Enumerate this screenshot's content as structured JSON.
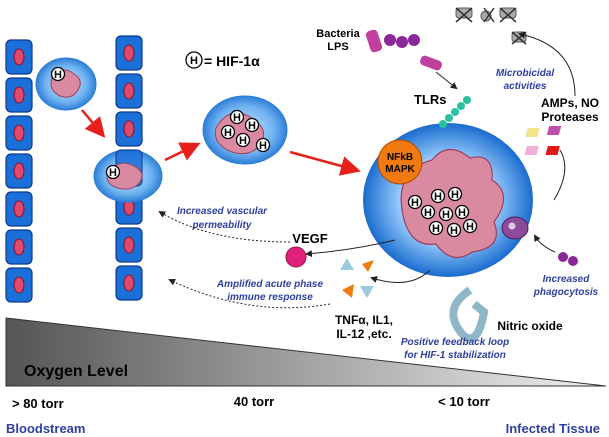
{
  "legend": {
    "symbol": "H",
    "label": "= HIF-1α"
  },
  "labels": {
    "bacteria": [
      "Bacteria",
      "LPS"
    ],
    "microbicidal": [
      "Microbicidal",
      "activities"
    ],
    "tlrs": "TLRs",
    "amps": [
      "AMPs, NO",
      "Proteases"
    ],
    "nfkb": [
      "NFkB",
      "MAPK"
    ],
    "increased_vascular": [
      "Increased vascular",
      "permeability"
    ],
    "vegf": "VEGF",
    "amplified": [
      "Amplified acute phase",
      "immune response"
    ],
    "increased_phago": [
      "Increased",
      "phagocytosis"
    ],
    "tnf": [
      "TNFα, IL1,",
      "IL-12 ,etc."
    ],
    "nitric": "Nitric oxide",
    "positive": [
      "Positive feedback loop",
      "for HIF-1 stabilization"
    ],
    "oxygen_level": "Oxygen Level",
    "torr_80": "> 80 torr",
    "torr_40": "40 torr",
    "torr_10": "< 10 torr",
    "bloodstream": "Bloodstream",
    "infected": "Infected Tissue"
  },
  "colors": {
    "cell_blue": "#1b6fd8",
    "phagocyte_blue": "#3d8fe6",
    "arrow_red": "#e8201a",
    "label_blue": "#2e3f9e",
    "nfkb_orange": "#f07a10",
    "vegf_pink": "#e0207a"
  }
}
